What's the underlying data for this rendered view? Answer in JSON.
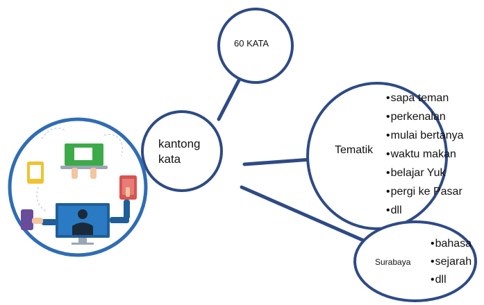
{
  "diagram": {
    "center": {
      "line1": "kantong",
      "line2": "kata"
    },
    "top_node": {
      "label": "60 KATA"
    },
    "tematik": {
      "label": "Tematik",
      "items": [
        "sapa teman",
        "perkenalan",
        "mulai bertanya",
        "waktu makan",
        "belajar Yuk",
        "pergi ke Pasar",
        "dll"
      ]
    },
    "surabaya": {
      "label": "Surabaya",
      "items": [
        "bahasa",
        "sejarah",
        "dll"
      ]
    }
  },
  "illustration": {
    "icon": "online-learning-illustration"
  },
  "colors": {
    "circle_stroke": "#2E4A86",
    "connector": "#2E4A86",
    "outline_blue": "#2F6DB5",
    "monitor": "#1F5E9A",
    "laptop_green": "#3DAA4A",
    "tablet_red": "#D9534F",
    "phone_purple": "#6A4C9C",
    "device_yellow": "#F2C12E"
  }
}
